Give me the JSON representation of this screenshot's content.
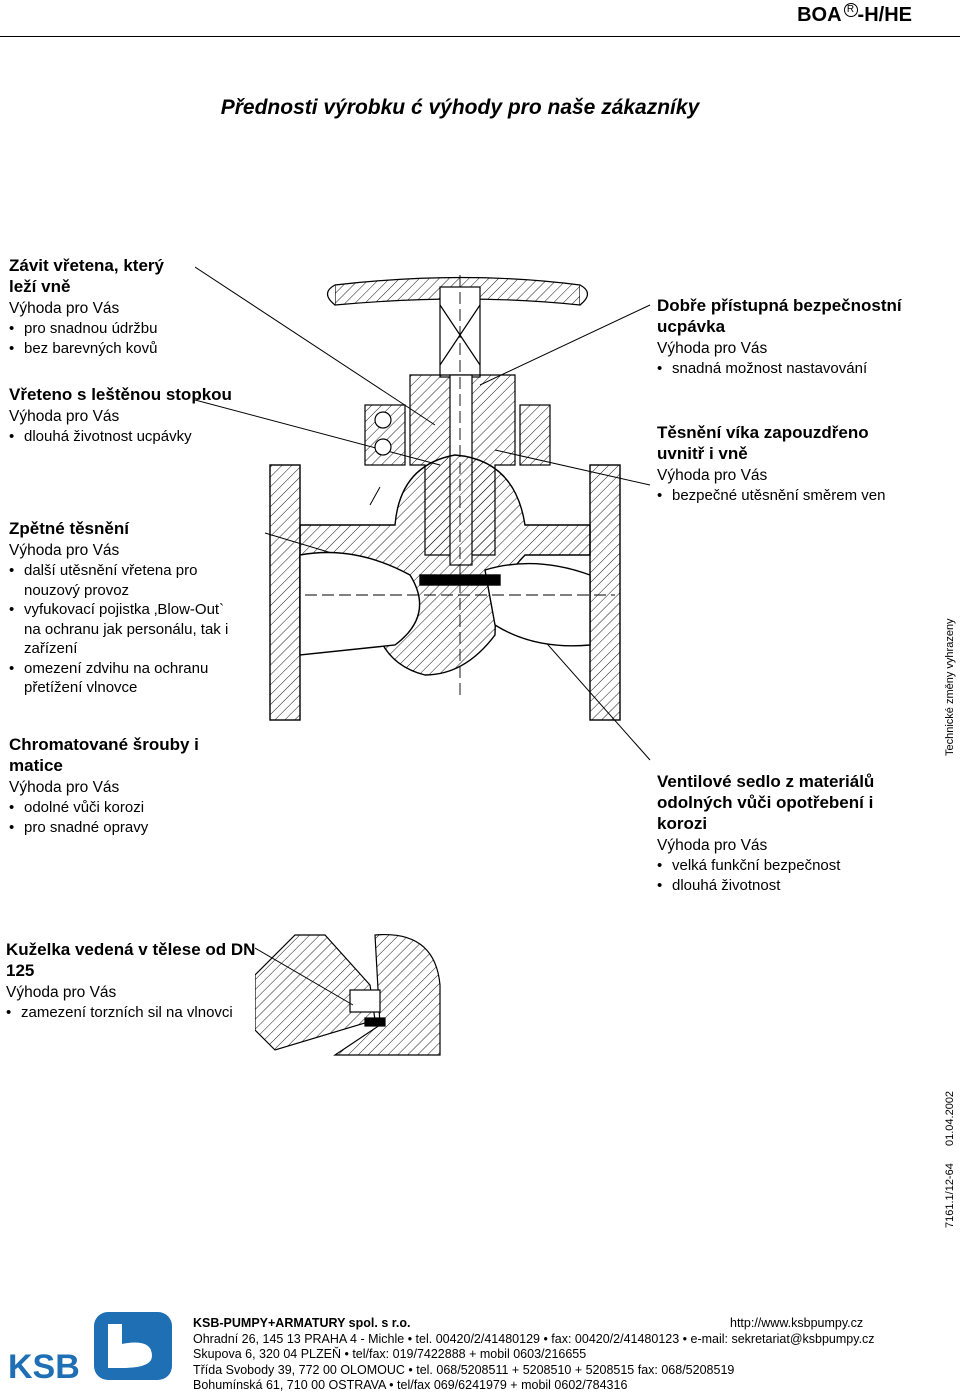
{
  "header": {
    "brand": "BOA",
    "reg": "R",
    "model": "-H/HE"
  },
  "title": "Přednosti výrobku ć výhody pro naše zákazníky",
  "blocks": {
    "thread": {
      "heading": "Závit vřetena, který leží vně",
      "advantage": "Výhoda pro Vás",
      "items": [
        "pro snadnou údržbu",
        "bez barevných kovů"
      ]
    },
    "spindle": {
      "heading": "Vřeteno s leštěnou stopkou",
      "advantage": "Výhoda pro Vás",
      "items": [
        "dlouhá životnost ucpávky"
      ]
    },
    "backseat": {
      "heading": "Zpětné těsnění",
      "advantage": "Výhoda pro Vás",
      "items": [
        "další utěsnění vřetena pro nouzový provoz",
        "vyfukovací pojistka ‚Blow-Out` na ochranu jak personálu, tak i zařízení",
        "omezení zdvihu na ochranu přetížení vlnovce"
      ]
    },
    "bolts": {
      "heading": "Chromatované šrouby i matice",
      "advantage": "Výhoda pro Vás",
      "items": [
        "odolné vůči korozi",
        "pro snadné opravy"
      ]
    },
    "gland": {
      "heading": "Dobře přístupná bezpečnostní ucpávka",
      "advantage": "Výhoda pro Vás",
      "items": [
        "snadná možnost nastavování"
      ]
    },
    "bonnet": {
      "heading": "Těsnění víka zapouzdřeno uvnitř i vně",
      "advantage": "Výhoda pro Vás",
      "items": [
        "bezpečné utěsnění směrem ven"
      ]
    },
    "seat": {
      "heading": "Ventilové sedlo z materiálů odolných vůči opotřebení i korozi",
      "advantage": "Výhoda pro Vás",
      "items": [
        "velká funkční bezpečnost",
        "dlouhá životnost"
      ]
    },
    "disc": {
      "heading": "Kuželka vedená v tělese od DN 125",
      "advantage": "Výhoda pro Vás",
      "items": [
        "zamezení torzních sil na vlnovci"
      ]
    }
  },
  "side": {
    "notice": "Technické změny vyhrazeny",
    "date": "01.04.2002",
    "docno": "7161.1/12-64"
  },
  "footer": {
    "company": "KSB-PUMPY+ARMATURY spol. s r.o.",
    "url": "http://www.ksbpumpy.cz",
    "lines": [
      "Ohradní 26, 145 13  PRAHA 4 - Michle • tel. 00420/2/41480129 • fax: 00420/2/41480123 • e-mail: sekretariat@ksbpumpy.cz",
      "Skupova 6, 320 04  PLZEŇ • tel/fax: 019/7422888 + mobil 0603/216655",
      "Třída Svobody 39, 772 00  OLOMOUC • tel. 068/5208511 + 5208510 + 5208515 fax: 068/5208519",
      "Bohumínská 61, 710 00  OSTRAVA • tel/fax  069/6241979 + mobil 0602/784316"
    ],
    "logo_text": "KSB",
    "logo_color": "#1f6fb5"
  }
}
